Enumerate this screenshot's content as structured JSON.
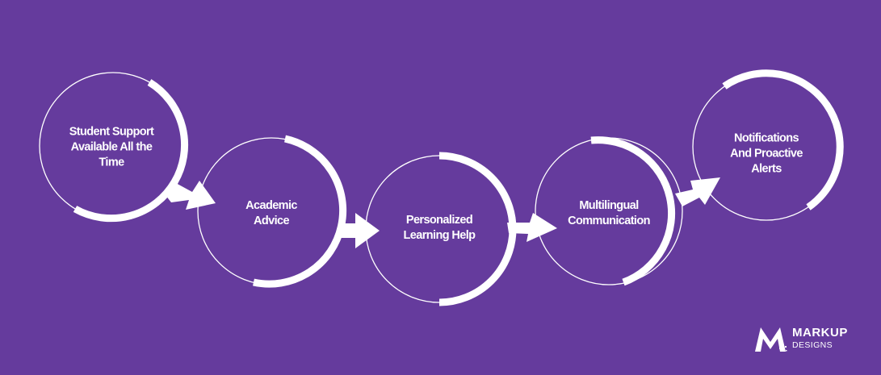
{
  "diagram": {
    "steps": [
      {
        "label": "Student Support\nAvailable All the\nTime"
      },
      {
        "label": "Academic\nAdvice"
      },
      {
        "label": "Personalized\nLearning Help"
      },
      {
        "label": "Multilingual\nCommunication"
      },
      {
        "label": "Notifications\nAnd Proactive\nAlerts"
      }
    ]
  },
  "brand": {
    "name": "MARKUP",
    "subtitle": "DESIGNS"
  },
  "colors": {
    "background": "#653b9d",
    "foreground": "#ffffff"
  }
}
